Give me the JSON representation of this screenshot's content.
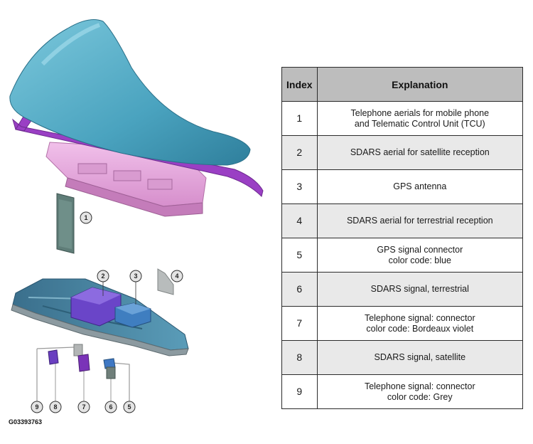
{
  "figure_code": "G03393763",
  "callouts": [
    "1",
    "2",
    "3",
    "4",
    "5",
    "6",
    "7",
    "8",
    "9"
  ],
  "colors": {
    "fin": "#5bb3cc",
    "fin_frame": "#9a3fc4",
    "base_pink": "#e7a7dc",
    "board": "#4b8fb0",
    "module_purple": "#6a45c8",
    "module_blue": "#3f7ec0",
    "header_bg": "#bdbdbd",
    "alt_row_bg": "#e9e9e9"
  },
  "table": {
    "header_index": "Index",
    "header_explanation": "Explanation",
    "rows": [
      {
        "index": "1",
        "lines": [
          "Telephone aerials for mobile phone",
          "and Telematic Control Unit (TCU)"
        ]
      },
      {
        "index": "2",
        "lines": [
          "SDARS aerial for satellite reception"
        ]
      },
      {
        "index": "3",
        "lines": [
          "GPS antenna"
        ]
      },
      {
        "index": "4",
        "lines": [
          "SDARS aerial for terrestrial reception"
        ]
      },
      {
        "index": "5",
        "lines": [
          "GPS signal connector",
          "color code: blue"
        ]
      },
      {
        "index": "6",
        "lines": [
          "SDARS signal, terrestrial"
        ]
      },
      {
        "index": "7",
        "lines": [
          "Telephone signal: connector",
          "color code: Bordeaux violet"
        ]
      },
      {
        "index": "8",
        "lines": [
          "SDARS signal, satellite"
        ]
      },
      {
        "index": "9",
        "lines": [
          "Telephone signal: connector",
          "color code: Grey"
        ]
      }
    ]
  }
}
